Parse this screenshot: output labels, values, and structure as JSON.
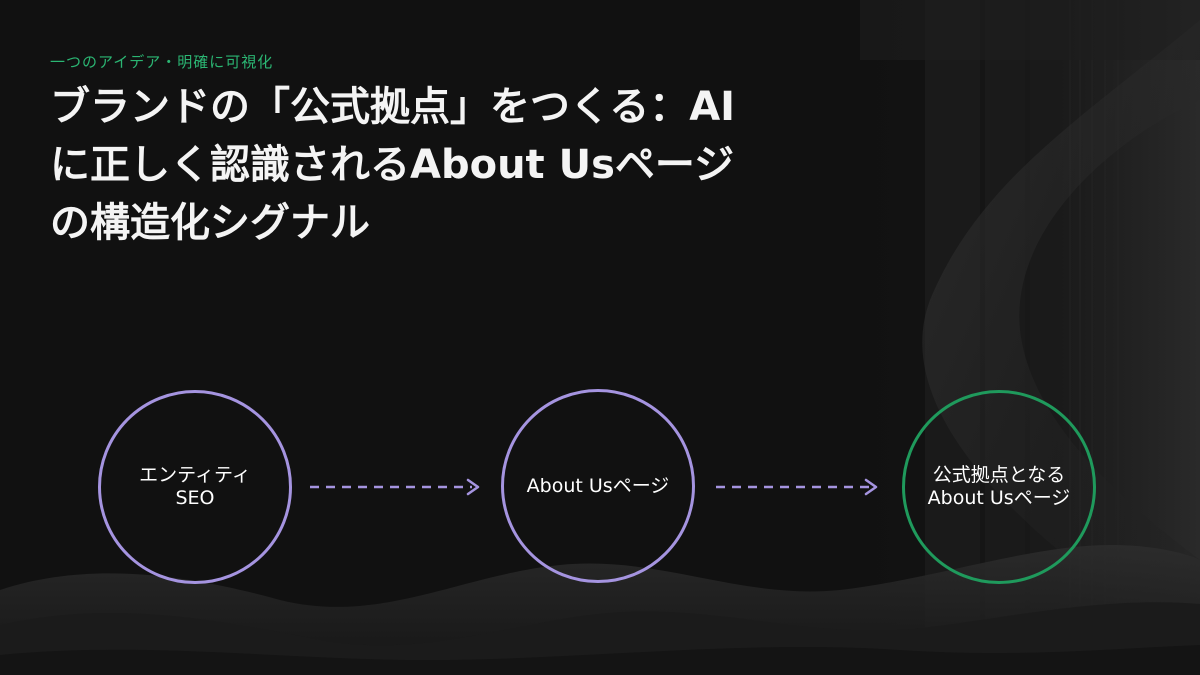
{
  "header": {
    "eyebrow": "一つのアイデア・明確に可視化",
    "title": "ブランドの「公式拠点」をつくる：AIに正しく認識されるAbout Usページの構造化シグナル"
  },
  "diagram": {
    "nodes": [
      {
        "label": "エンティティSEO",
        "color": "#a594e0"
      },
      {
        "label": "About Usページ",
        "color": "#a594e0"
      },
      {
        "label": "公式拠点となる\nAbout Usページ",
        "color": "#1f9a5c"
      }
    ],
    "edges": [
      {
        "from": 0,
        "to": 1,
        "style": "dashed"
      },
      {
        "from": 1,
        "to": 2,
        "style": "dashed"
      }
    ]
  },
  "colors": {
    "background": "#111111",
    "accent_green": "#2bb673",
    "node_purple": "#a594e0",
    "node_green": "#1f9a5c",
    "arrow": "#a594e0"
  }
}
